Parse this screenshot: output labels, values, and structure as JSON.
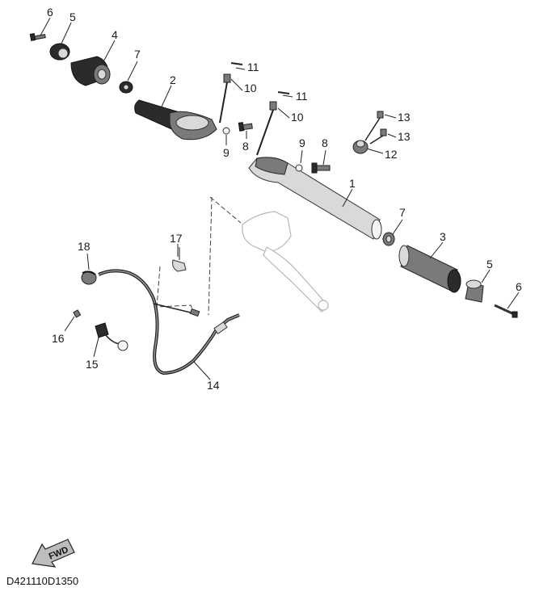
{
  "diagram_code": "D421110D1350",
  "fwd_label": "FWD",
  "callouts": [
    {
      "id": "c6a",
      "text": "6"
    },
    {
      "id": "c5a",
      "text": "5"
    },
    {
      "id": "c4",
      "text": "4"
    },
    {
      "id": "c7a",
      "text": "7"
    },
    {
      "id": "c2",
      "text": "2"
    },
    {
      "id": "c11a",
      "text": "11"
    },
    {
      "id": "c10a",
      "text": "10"
    },
    {
      "id": "c9a",
      "text": "9"
    },
    {
      "id": "c8a",
      "text": "8"
    },
    {
      "id": "c11b",
      "text": "11"
    },
    {
      "id": "c10b",
      "text": "10"
    },
    {
      "id": "c9b",
      "text": "9"
    },
    {
      "id": "c8b",
      "text": "8"
    },
    {
      "id": "c13a",
      "text": "13"
    },
    {
      "id": "c13b",
      "text": "13"
    },
    {
      "id": "c12",
      "text": "12"
    },
    {
      "id": "c1",
      "text": "1"
    },
    {
      "id": "c7b",
      "text": "7"
    },
    {
      "id": "c3",
      "text": "3"
    },
    {
      "id": "c5b",
      "text": "5"
    },
    {
      "id": "c6b",
      "text": "6"
    },
    {
      "id": "c17",
      "text": "17"
    },
    {
      "id": "c18",
      "text": "18"
    },
    {
      "id": "c16",
      "text": "16"
    },
    {
      "id": "c15",
      "text": "15"
    },
    {
      "id": "c14",
      "text": "14"
    }
  ]
}
